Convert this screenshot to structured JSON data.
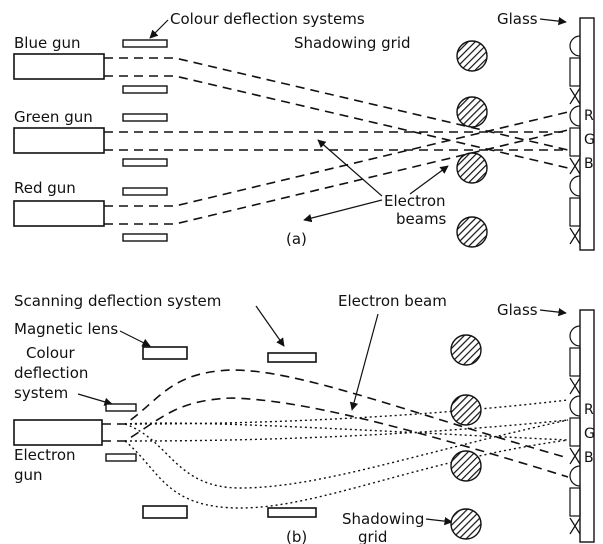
{
  "panel_a": {
    "title": "Colour deflection systems",
    "blue_gun": "Blue gun",
    "green_gun": "Green gun",
    "red_gun": "Red gun",
    "shadowing_grid": "Shadowing grid",
    "glass": "Glass",
    "electron": "Electron",
    "beams": "beams",
    "caption": "(a)",
    "phosphor_r": "R",
    "phosphor_g": "G",
    "phosphor_b": "B"
  },
  "panel_b": {
    "scanning": "Scanning deflection system",
    "electron_beam": "Electron beam",
    "glass": "Glass",
    "magnetic_lens": "Magnetic lens",
    "colour": "Colour",
    "deflection": "deflection",
    "system": "system",
    "electron": "Electron",
    "gun": "gun",
    "shadowing": "Shadowing",
    "grid": "grid",
    "caption": "(b)",
    "phosphor_r": "R",
    "phosphor_g": "G",
    "phosphor_b": "B"
  },
  "colors": {
    "ink": "#111111",
    "paper": "#ffffff"
  }
}
